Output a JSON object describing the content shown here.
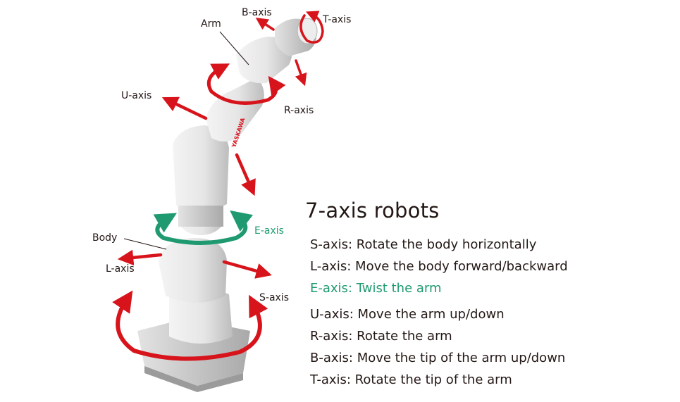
{
  "labels": {
    "arm": "Arm",
    "body": "Body",
    "s_axis": "S-axis",
    "l_axis": "L-axis",
    "e_axis": "E-axis",
    "u_axis": "U-axis",
    "r_axis": "R-axis",
    "b_axis": "B-axis",
    "t_axis": "T-axis"
  },
  "logo_text": "YASKAWA",
  "legend": {
    "title": "7-axis robots",
    "items": [
      "S-axis: Rotate the body horizontally",
      "L-axis: Move the body forward/backward",
      "E-axis: Twist the arm",
      "U-axis: Move the arm up/down",
      "R-axis: Rotate the arm",
      "B-axis: Move the tip of the arm up/down",
      "T-axis: Rotate the tip of the arm"
    ],
    "highlighted_item": "E-axis: Twist the arm"
  },
  "colors": {
    "arrow_red": "#d7141b",
    "arrow_green": "#1f9a70",
    "text": "#231815",
    "robot_body": "#e8e8e8",
    "robot_shadow": "#c9c9c9"
  }
}
